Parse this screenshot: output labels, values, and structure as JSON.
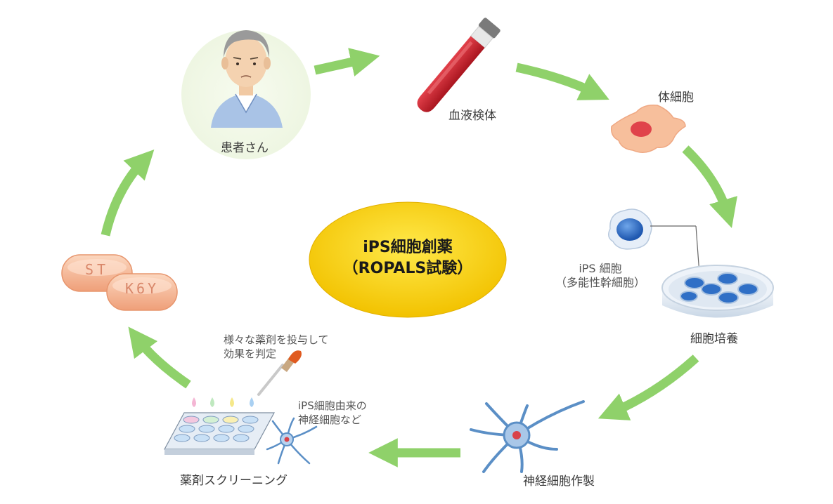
{
  "center": {
    "title_line1": "iPS細胞創薬",
    "title_line2": "（ROPALS試験）"
  },
  "nodes": {
    "patient": "患者さん",
    "blood": "血液検体",
    "somatic_cell": "体細胞",
    "culture": "細胞培養",
    "neuron": "神経細胞作製",
    "screening": "薬剤スクリーニング"
  },
  "annotations": {
    "ips_line1": "iPS 細胞",
    "ips_line2": "（多能性幹細胞）",
    "drug_line1": "様々な薬剤を投与して",
    "drug_line2": "効果を判定",
    "neuron_line1": "iPS細胞由来の",
    "neuron_line2": "神経細胞など"
  },
  "pills": {
    "pill1_text": "ST",
    "pill2_text": "K6Y"
  },
  "colors": {
    "arrow": "#8fd16a",
    "ellipse": "#f7cf12",
    "blood": "#c8242e",
    "cell_pink": "#f7bfa1",
    "ips_blue": "#2f6fc6",
    "neuron": "#5b8fc6",
    "pill": "#f5b896"
  }
}
